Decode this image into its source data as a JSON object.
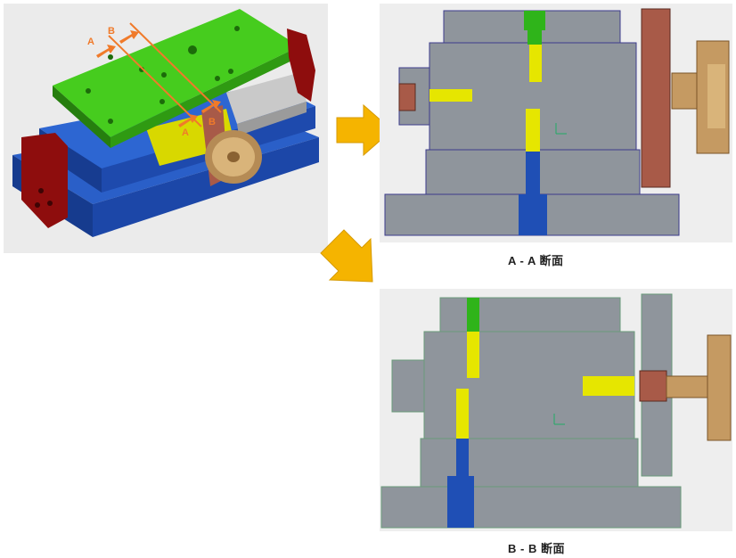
{
  "figure": {
    "iso_view": {
      "section_markers": [
        {
          "letter": "A",
          "position": "top"
        },
        {
          "letter": "B",
          "position": "top"
        },
        {
          "letter": "A",
          "position": "bottom"
        },
        {
          "letter": "B",
          "position": "bottom"
        }
      ]
    },
    "section_aa": {
      "caption": "A - A 断面"
    },
    "section_bb": {
      "caption": "B - B 断面"
    },
    "colors": {
      "plate_green": "#3fbf1a",
      "base_blue": "#1f4fb5",
      "pin_yellow": "#e6e600",
      "gray_body": "#8f959c",
      "clamp_red": "#8e0d0d",
      "screw_brown": "#b37b45",
      "knob_tan": "#c9a46b",
      "arrow_orange": "#f5b400",
      "marker_orange": "#f07a2a"
    }
  }
}
